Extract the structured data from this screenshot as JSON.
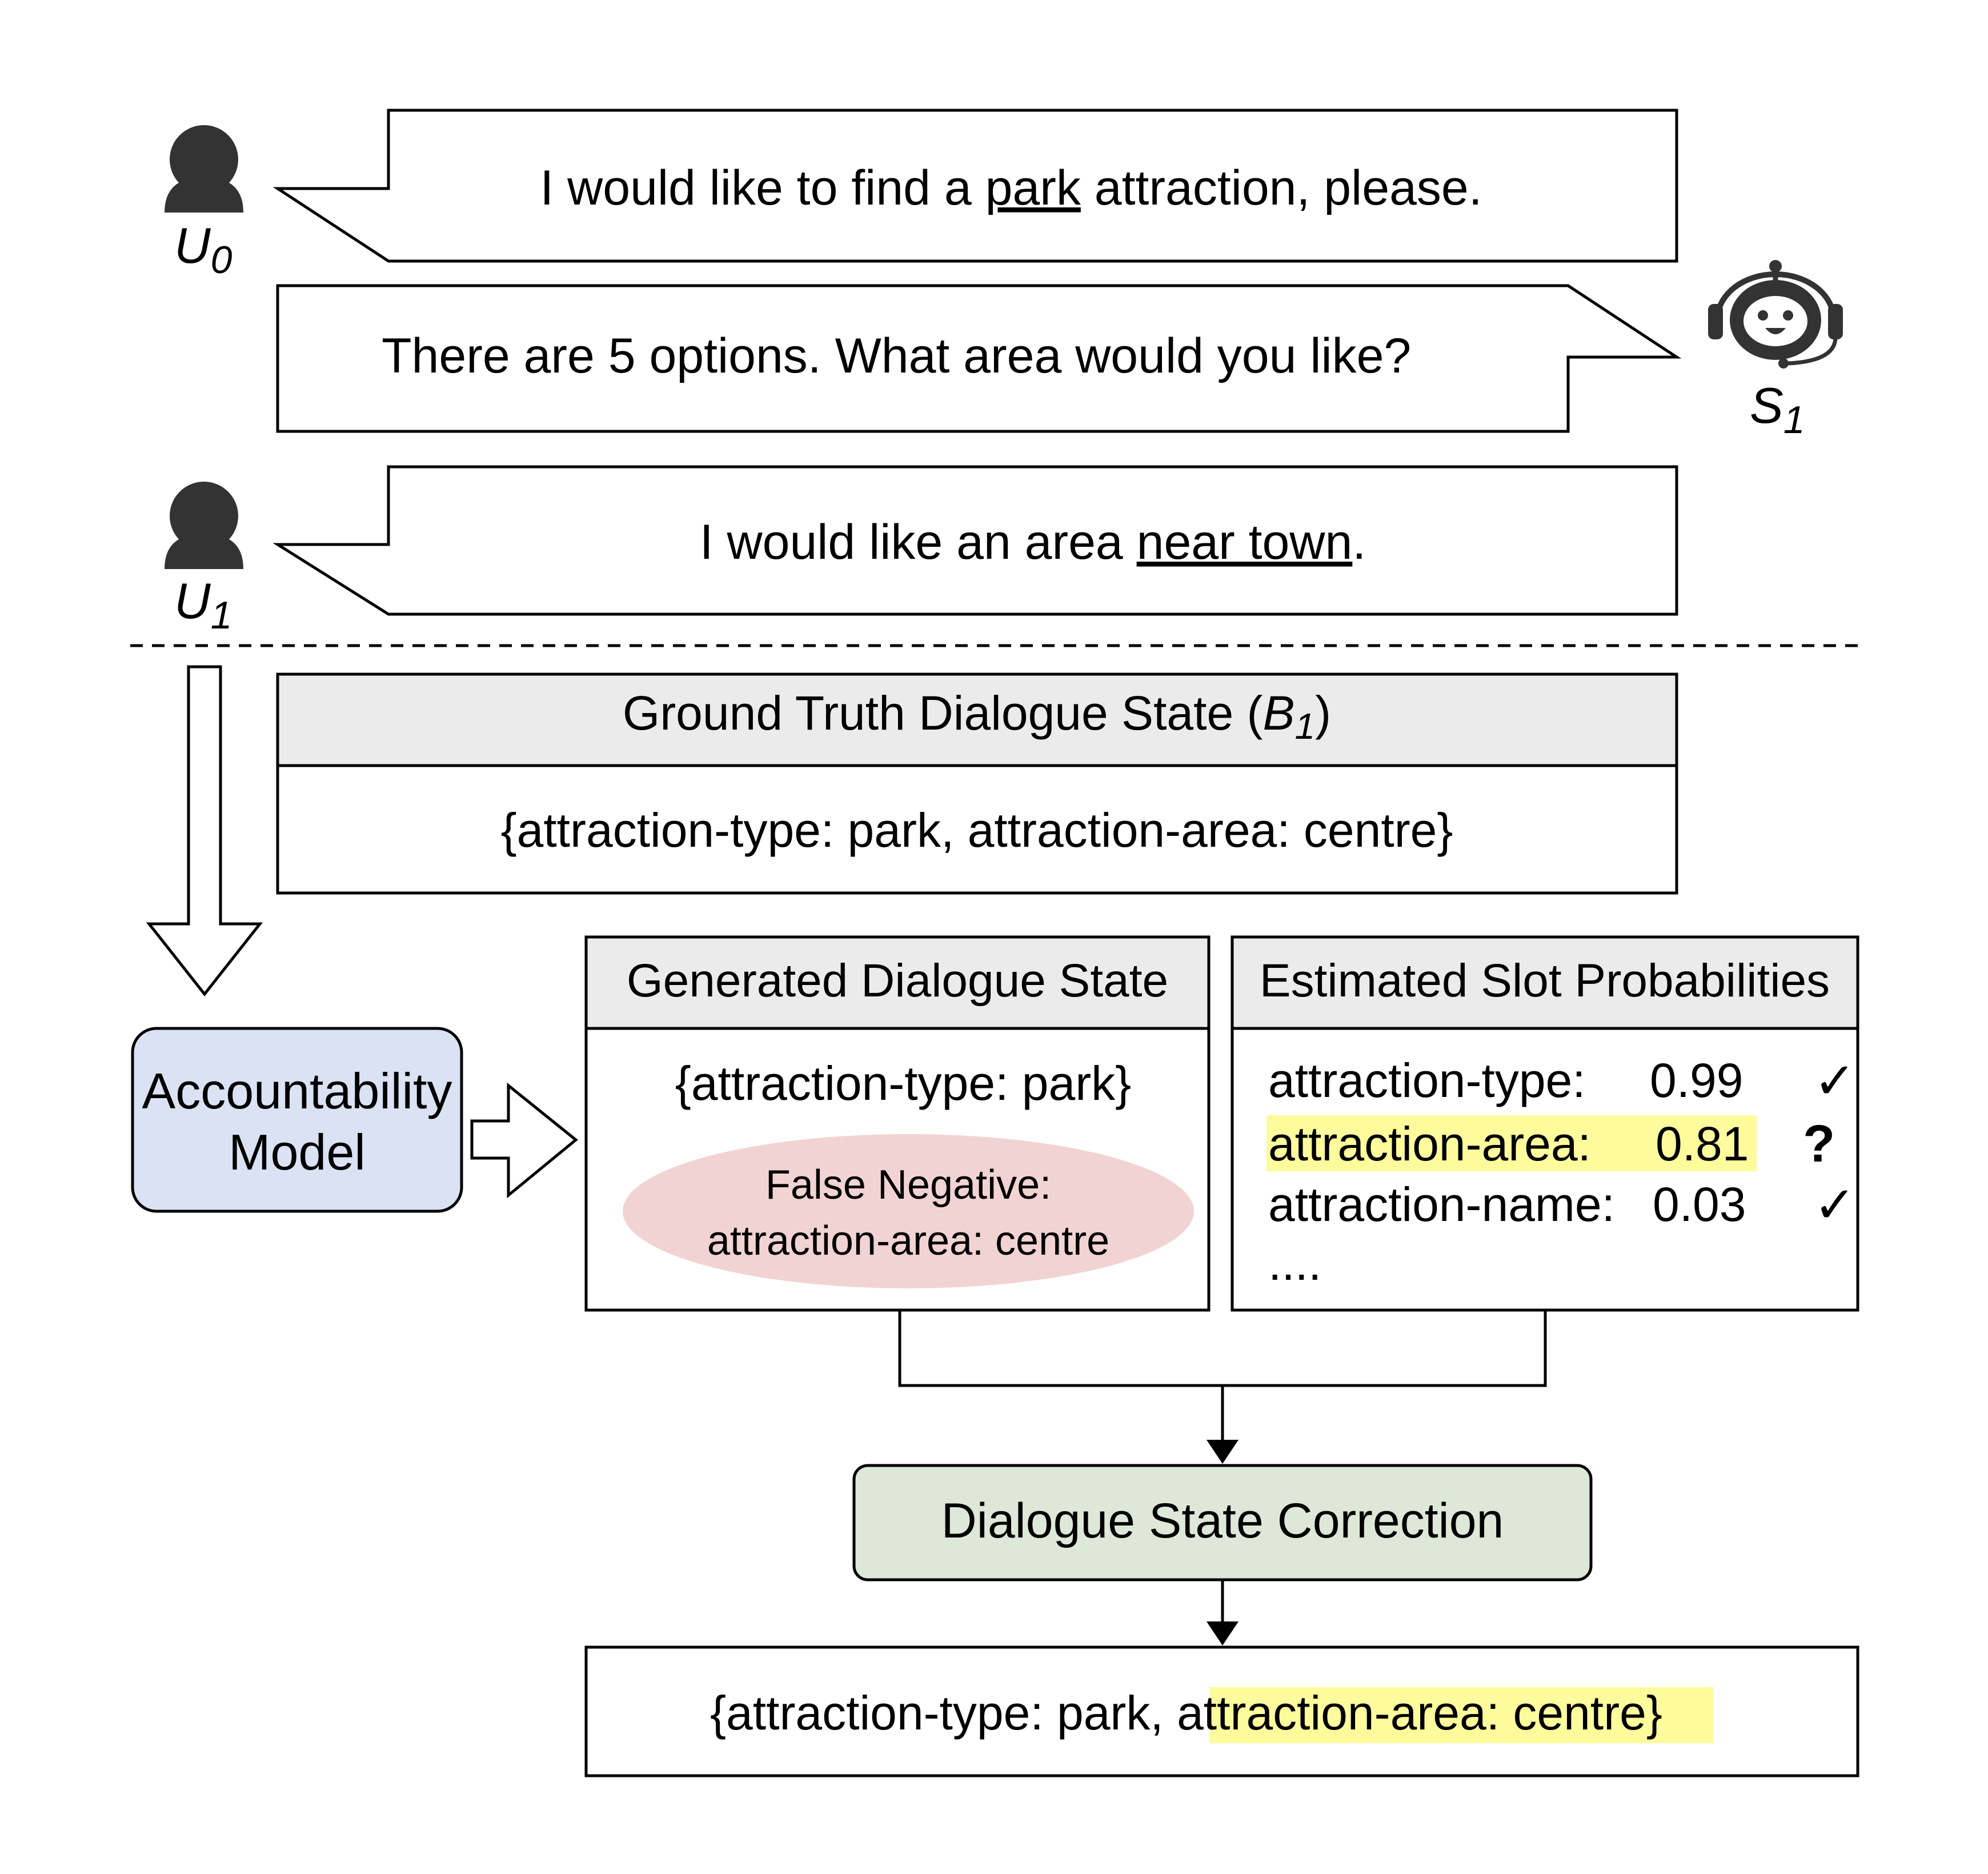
{
  "dialogue": {
    "u0": {
      "speaker_letter": "U",
      "speaker_sub": "0",
      "text_before": "I would like to find a ",
      "text_underlined": "park",
      "text_after": " attraction, please."
    },
    "s1": {
      "speaker_letter": "S",
      "speaker_sub": "1",
      "text": "There are 5 options. What area would you like?"
    },
    "u1": {
      "speaker_letter": "U",
      "speaker_sub": "1",
      "text_before": "I would like an area ",
      "text_underlined": "near town",
      "text_after": "."
    }
  },
  "ground_truth": {
    "title_prefix": "Ground Truth Dialogue State (",
    "title_var": "B",
    "title_sub": "1",
    "title_suffix": ")",
    "content": "{attraction-type: park, attraction-area: centre}"
  },
  "accountability_model": {
    "line1": "Accountability",
    "line2": "Model"
  },
  "generated_state": {
    "title": "Generated Dialogue State",
    "content": "{attraction-type: park}",
    "false_negative_line1": "False Negative:",
    "false_negative_line2": "attraction-area: centre"
  },
  "slot_probabilities": {
    "title": "Estimated Slot Probabilities",
    "rows": [
      {
        "slot": "attraction-type:",
        "prob": "0.99",
        "mark": "✓",
        "highlighted": false
      },
      {
        "slot": "attraction-area:",
        "prob": "0.81",
        "mark": "?",
        "highlighted": true
      },
      {
        "slot": "attraction-name:",
        "prob": "0.03",
        "mark": "✓",
        "highlighted": false
      }
    ],
    "ellipsis": "...."
  },
  "correction": {
    "label": "Dialogue State Correction"
  },
  "final_state": {
    "prefix": "{attraction-type: park, ",
    "highlighted": "attraction-area: centre",
    "suffix": "}"
  },
  "colors": {
    "header_fill": "#ebebeb",
    "accountability_fill": "#dae2f4",
    "correction_fill": "#dde8d8",
    "false_negative_fill": "#f2d3d3",
    "highlight": "#fdfb9c",
    "check": "#5cb82e",
    "question": "#dc1414",
    "icon": "#333333"
  }
}
